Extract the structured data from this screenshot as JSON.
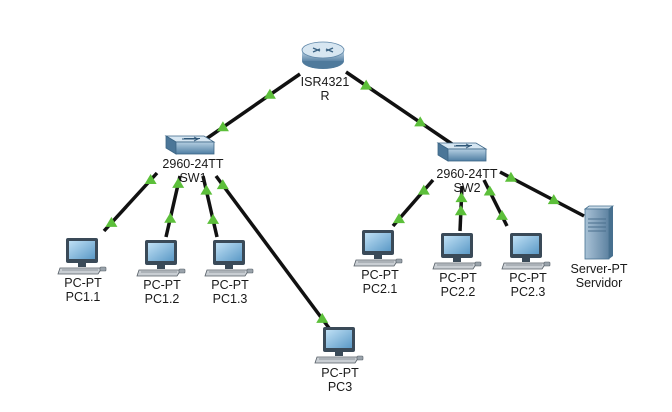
{
  "colors": {
    "link": "#111111",
    "link_up_indicator": "#5cbf3a",
    "router_body": "#8fb4cf",
    "switch_body": "#6f9cbf",
    "pc_screen": "#6aa6d0",
    "server_body": "#7d9fba"
  },
  "nodes": {
    "router": {
      "model": "ISR4321",
      "name": "R",
      "icon": "router-icon"
    },
    "sw1": {
      "model": "2960-24TT",
      "name": "SW1",
      "icon": "switch-icon"
    },
    "sw2": {
      "model": "2960-24TT",
      "name": "SW2",
      "icon": "switch-icon"
    },
    "pc1_1": {
      "model": "PC-PT",
      "name": "PC1.1",
      "icon": "pc-icon"
    },
    "pc1_2": {
      "model": "PC-PT",
      "name": "PC1.2",
      "icon": "pc-icon"
    },
    "pc1_3": {
      "model": "PC-PT",
      "name": "PC1.3",
      "icon": "pc-icon"
    },
    "pc3": {
      "model": "PC-PT",
      "name": "PC3",
      "icon": "pc-icon"
    },
    "pc2_1": {
      "model": "PC-PT",
      "name": "PC2.1",
      "icon": "pc-icon"
    },
    "pc2_2": {
      "model": "PC-PT",
      "name": "PC2.2",
      "icon": "pc-icon"
    },
    "pc2_3": {
      "model": "PC-PT",
      "name": "PC2.3",
      "icon": "pc-icon"
    },
    "server": {
      "model": "Server-PT",
      "name": "Servidor",
      "icon": "server-icon"
    }
  }
}
